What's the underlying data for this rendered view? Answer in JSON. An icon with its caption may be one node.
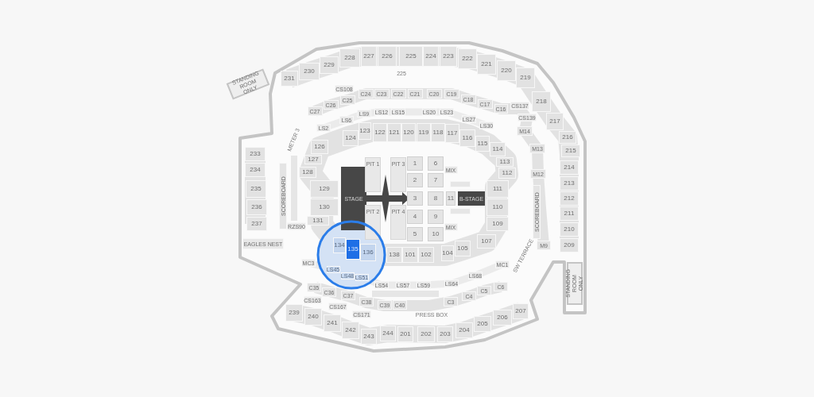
{
  "diagram": {
    "nodes": [
      {
        "text": [
          "STANDING ROOM ONLY"
        ]
      },
      {
        "text": [
          "231"
        ]
      },
      {
        "text": [
          "230"
        ]
      },
      {
        "text": [
          "229"
        ]
      },
      {
        "text": [
          "228"
        ]
      },
      {
        "text": [
          "227"
        ]
      },
      {
        "text": [
          "226"
        ]
      },
      {
        "text": [
          "225"
        ]
      },
      {
        "text": [
          "224"
        ]
      },
      {
        "text": [
          "223"
        ]
      },
      {
        "text": [
          "222"
        ]
      },
      {
        "text": [
          "221"
        ]
      },
      {
        "text": [
          "220"
        ]
      },
      {
        "text": [
          "219"
        ]
      },
      {
        "text": [
          "218"
        ]
      },
      {
        "text": [
          "217"
        ]
      },
      {
        "text": [
          "216"
        ]
      },
      {
        "text": [
          "215"
        ]
      },
      {
        "text": [
          "214"
        ]
      },
      {
        "text": [
          "213"
        ]
      },
      {
        "text": [
          "212"
        ]
      },
      {
        "text": [
          "211"
        ]
      },
      {
        "text": [
          "210"
        ]
      },
      {
        "text": [
          "209"
        ]
      },
      {
        "text": [
          "STANDING ROOM ONLY"
        ]
      },
      {
        "text": [
          "233"
        ]
      },
      {
        "text": [
          "234"
        ]
      },
      {
        "text": [
          "235"
        ]
      },
      {
        "text": [
          "236"
        ]
      },
      {
        "text": [
          "237"
        ]
      },
      {
        "text": [
          "EAGLES NEST"
        ]
      },
      {
        "text": [
          "CS108"
        ]
      },
      {
        "text": [
          "C27"
        ]
      },
      {
        "text": [
          "C26"
        ]
      },
      {
        "text": [
          "C25"
        ]
      },
      {
        "text": [
          "C24"
        ]
      },
      {
        "text": [
          "C23"
        ]
      },
      {
        "text": [
          "C22"
        ]
      },
      {
        "text": [
          "C21"
        ]
      },
      {
        "text": [
          "C20"
        ]
      },
      {
        "text": [
          "C19"
        ]
      },
      {
        "text": [
          "C18"
        ]
      },
      {
        "text": [
          "C17"
        ]
      },
      {
        "text": [
          "C16"
        ]
      },
      {
        "text": [
          "CS137"
        ]
      },
      {
        "text": [
          "CS139"
        ]
      },
      {
        "text": [
          "M14"
        ]
      },
      {
        "text": [
          "M13"
        ]
      },
      {
        "text": [
          "M12"
        ]
      },
      {
        "text": [
          "M9"
        ]
      },
      {
        "text": [
          "LS2"
        ]
      },
      {
        "text": [
          "LS6"
        ]
      },
      {
        "text": [
          "LS9"
        ]
      },
      {
        "text": [
          "LS12"
        ]
      },
      {
        "text": [
          "LS15"
        ]
      },
      {
        "text": [
          "LS20"
        ]
      },
      {
        "text": [
          "LS23"
        ]
      },
      {
        "text": [
          "LS27"
        ]
      },
      {
        "text": [
          "LS30"
        ]
      },
      {
        "text": [
          "124"
        ]
      },
      {
        "text": [
          "123"
        ]
      },
      {
        "text": [
          "122"
        ]
      },
      {
        "text": [
          "121"
        ]
      },
      {
        "text": [
          "120"
        ]
      },
      {
        "text": [
          "119"
        ]
      },
      {
        "text": [
          "118"
        ]
      },
      {
        "text": [
          "117"
        ]
      },
      {
        "text": [
          "116"
        ]
      },
      {
        "text": [
          "115"
        ]
      },
      {
        "text": [
          "114"
        ]
      },
      {
        "text": [
          "126"
        ]
      },
      {
        "text": [
          "127"
        ]
      },
      {
        "text": [
          "128"
        ]
      },
      {
        "text": [
          "129"
        ]
      },
      {
        "text": [
          "130"
        ]
      },
      {
        "text": [
          "131"
        ]
      },
      {
        "text": [
          "RZS90"
        ]
      },
      {
        "text": [
          "113"
        ]
      },
      {
        "text": [
          "112"
        ]
      },
      {
        "text": [
          "111"
        ]
      },
      {
        "text": [
          "110"
        ]
      },
      {
        "text": [
          "109"
        ]
      },
      {
        "text": [
          "107"
        ]
      },
      {
        "text": [
          "SCOREBOARD"
        ]
      },
      {
        "text": [
          "SCOREBOARD"
        ]
      },
      {
        "text": [
          "STAGE"
        ]
      },
      {
        "text": [
          "PIT 1"
        ]
      },
      {
        "text": [
          "PIT 3"
        ]
      },
      {
        "text": [
          "PIT 2"
        ]
      },
      {
        "text": [
          "PIT 4"
        ]
      },
      {
        "text": [
          "1"
        ]
      },
      {
        "text": [
          "2"
        ]
      },
      {
        "text": [
          "3"
        ]
      },
      {
        "text": [
          "4"
        ]
      },
      {
        "text": [
          "5"
        ]
      },
      {
        "text": [
          "6"
        ]
      },
      {
        "text": [
          "7"
        ]
      },
      {
        "text": [
          "8"
        ]
      },
      {
        "text": [
          "9"
        ]
      },
      {
        "text": [
          "10"
        ]
      },
      {
        "text": [
          "MIX"
        ]
      },
      {
        "text": [],
        "shape": "box"
      },
      {
        "text": [
          "11"
        ]
      },
      {
        "text": [],
        "shape": "box"
      },
      {
        "text": [
          "MIX"
        ]
      },
      {
        "text": [
          "B-STAGE"
        ]
      },
      {
        "text": [
          "134"
        ]
      },
      {
        "text": [
          "135"
        ]
      },
      {
        "text": [
          "136"
        ]
      },
      {
        "text": [
          "138"
        ]
      },
      {
        "text": [
          "101"
        ]
      },
      {
        "text": [
          "102"
        ]
      },
      {
        "text": [
          "104"
        ]
      },
      {
        "text": [
          "105"
        ]
      },
      {
        "text": [
          "MC3"
        ]
      },
      {
        "text": [
          "LS45"
        ]
      },
      {
        "text": [
          "LS48"
        ]
      },
      {
        "text": [
          "LS51"
        ]
      },
      {
        "text": [
          "LS54"
        ]
      },
      {
        "text": [
          "LS57"
        ]
      },
      {
        "text": [
          "LS59"
        ]
      },
      {
        "text": [
          "LS64"
        ]
      },
      {
        "text": [
          "LS68"
        ]
      },
      {
        "text": [
          "MC1"
        ]
      },
      {
        "text": [
          "C35"
        ]
      },
      {
        "text": [
          "C36"
        ]
      },
      {
        "text": [
          "C37"
        ]
      },
      {
        "text": [
          "CS163"
        ]
      },
      {
        "text": [
          "CS167"
        ]
      },
      {
        "text": [
          "CS171"
        ]
      },
      {
        "text": [
          "C38"
        ]
      },
      {
        "text": [
          "C39"
        ]
      },
      {
        "text": [
          "C40"
        ]
      },
      {
        "text": [
          "C3"
        ]
      },
      {
        "text": [
          "C4"
        ]
      },
      {
        "text": [
          "C5"
        ]
      },
      {
        "text": [
          "C6"
        ]
      },
      {
        "text": [
          "239"
        ]
      },
      {
        "text": [
          "240"
        ]
      },
      {
        "text": [
          "241"
        ]
      },
      {
        "text": [
          "242"
        ]
      },
      {
        "text": [
          "243"
        ]
      },
      {
        "text": [
          "244"
        ]
      },
      {
        "text": [
          "201"
        ]
      },
      {
        "text": [
          "202"
        ]
      },
      {
        "text": [
          "203"
        ]
      },
      {
        "text": [
          "204"
        ]
      },
      {
        "text": [
          "205"
        ]
      },
      {
        "text": [
          "206"
        ]
      },
      {
        "text": [
          "207"
        ]
      }
    ],
    "labels": [
      "225",
      "METER 3",
      "SW TERRACE",
      "PRESS BOX"
    ]
  }
}
